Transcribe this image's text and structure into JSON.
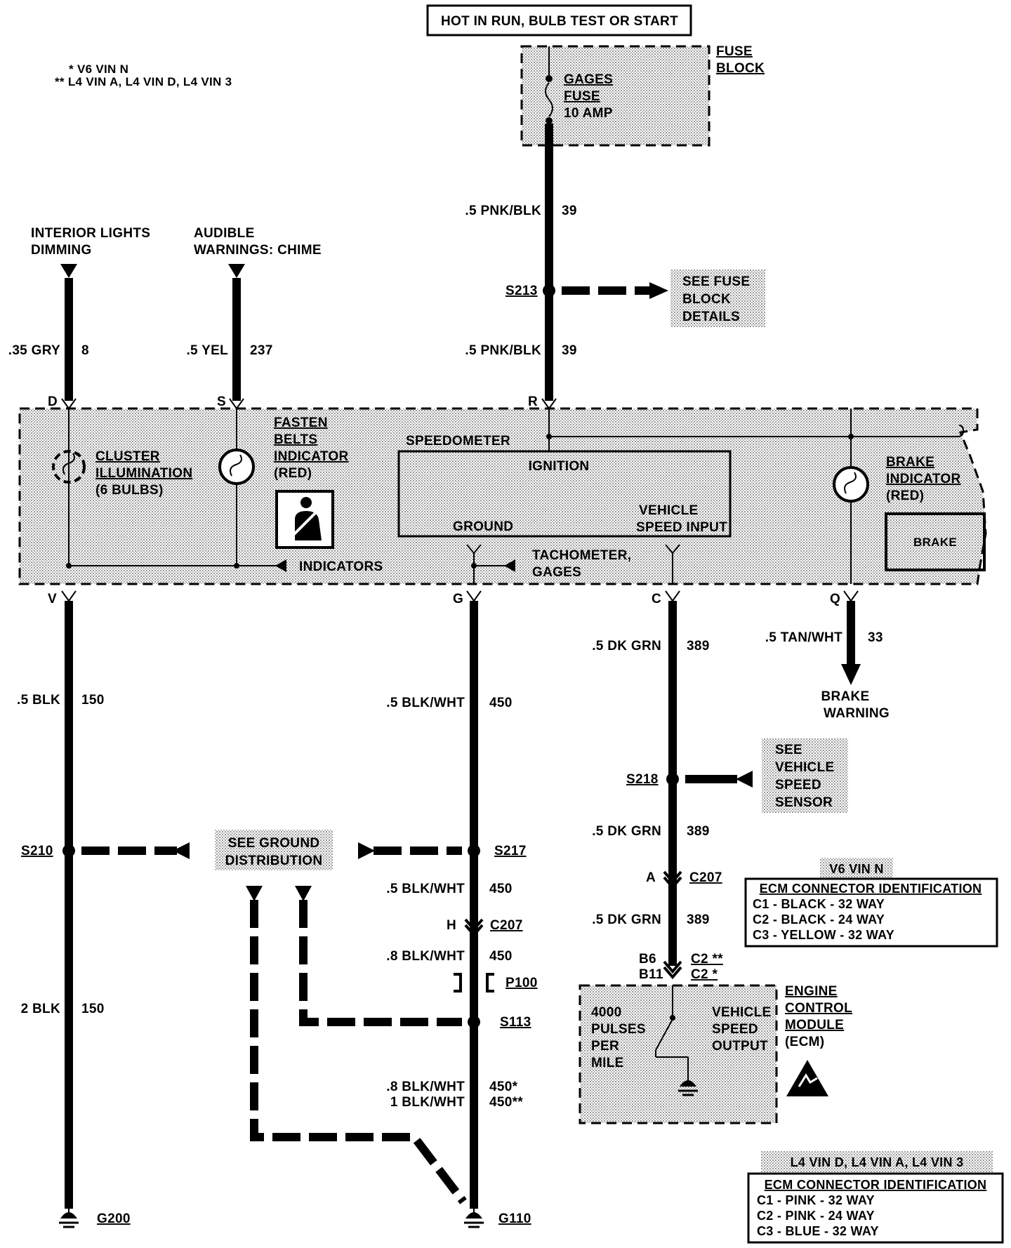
{
  "header": {
    "power_label": "HOT IN RUN, BULB TEST OR START"
  },
  "notes": {
    "v6": "* V6 VIN N",
    "l4": "** L4 VIN A, L4 VIN D, L4 VIN 3"
  },
  "fuse_block": {
    "title_1": "FUSE",
    "title_2": "BLOCK",
    "fuse_1": "GAGES",
    "fuse_2": "FUSE",
    "fuse_3": "10 AMP"
  },
  "wires": {
    "pnk_blk_1": {
      "size": ".5 PNK/BLK",
      "circuit": "39"
    },
    "pnk_blk_2": {
      "size": ".5 PNK/BLK",
      "circuit": "39"
    },
    "gry": {
      "size": ".35 GRY",
      "circuit": "8"
    },
    "yel": {
      "size": ".5 YEL",
      "circuit": "237"
    },
    "blk_1": {
      "size": ".5 BLK",
      "circuit": "150"
    },
    "blk_2": {
      "size": "2 BLK",
      "circuit": "150"
    },
    "blk_wht_1": {
      "size": ".5 BLK/WHT",
      "circuit": "450"
    },
    "blk_wht_2": {
      "size": ".5 BLK/WHT",
      "circuit": "450"
    },
    "blk_wht_3": {
      "size": ".8 BLK/WHT",
      "circuit": "450"
    },
    "blk_wht_4a": {
      "size": ".8 BLK/WHT",
      "circuit": "450*"
    },
    "blk_wht_4b": {
      "size": "1 BLK/WHT",
      "circuit": "450**"
    },
    "dk_grn_1": {
      "size": ".5 DK GRN",
      "circuit": "389"
    },
    "dk_grn_2": {
      "size": ".5 DK GRN",
      "circuit": "389"
    },
    "dk_grn_3": {
      "size": ".5 DK GRN",
      "circuit": "389"
    },
    "tan_wht": {
      "size": ".5 TAN/WHT",
      "circuit": "33"
    }
  },
  "refs": {
    "interior_1": "INTERIOR LIGHTS",
    "interior_2": "DIMMING",
    "audible_1": "AUDIBLE",
    "audible_2": "WARNINGS: CHIME",
    "brake_warn_1": "BRAKE",
    "brake_warn_2": "WARNING",
    "see_fuse_1": "SEE FUSE",
    "see_fuse_2": "BLOCK",
    "see_fuse_3": "DETAILS",
    "see_ground_1": "SEE GROUND",
    "see_ground_2": "DISTRIBUTION",
    "see_vss_1": "SEE",
    "see_vss_2": "VEHICLE",
    "see_vss_3": "SPEED",
    "see_vss_4": "SENSOR"
  },
  "splices": {
    "s213": "S213",
    "s210": "S210",
    "s217": "S217",
    "s218": "S218",
    "s113": "S113"
  },
  "connectors": {
    "c207a": "C207",
    "c207b": "C207",
    "p100": "P100",
    "c2a": "C2 **",
    "c2b": "C2 *",
    "pin_a": "A",
    "pin_h": "H",
    "pin_b6": "B6",
    "pin_b11": "B11"
  },
  "grounds": {
    "g200": "G200",
    "g110": "G110"
  },
  "cluster": {
    "pins": {
      "d": "D",
      "s": "S",
      "r": "R",
      "v": "V",
      "g": "G",
      "c": "C",
      "q": "Q"
    },
    "cluster_illum_1": "CLUSTER",
    "cluster_illum_2": "ILLUMINATION",
    "cluster_illum_3": "(6 BULBS)",
    "fasten_1": "FASTEN",
    "fasten_2": "BELTS",
    "fasten_3": "INDICATOR",
    "fasten_4": "(RED)",
    "speedo": "SPEEDOMETER",
    "ignition": "IGNITION",
    "vehicle_1": "VEHICLE",
    "vehicle_2": "SPEED INPUT",
    "ground": "GROUND",
    "tach_1": "TACHOMETER,",
    "tach_2": "GAGES",
    "indicators": "INDICATORS",
    "brake_1": "BRAKE",
    "brake_2": "INDICATOR",
    "brake_3": "(RED)",
    "brake_box": "BRAKE"
  },
  "ecm": {
    "title_1": "ENGINE",
    "title_2": "CONTROL",
    "title_3": "MODULE",
    "title_4": "(ECM)",
    "pulses_1": "4000",
    "pulses_2": "PULSES",
    "pulses_3": "PER",
    "pulses_4": "MILE",
    "vso_1": "VEHICLE",
    "vso_2": "SPEED",
    "vso_3": "OUTPUT"
  },
  "ecm_id_v6": {
    "tag": "V6 VIN N",
    "heading": "ECM CONNECTOR IDENTIFICATION",
    "rows": [
      "C1 - BLACK - 32 WAY",
      "C2 - BLACK - 24 WAY",
      "C3 - YELLOW - 32 WAY"
    ]
  },
  "ecm_id_l4": {
    "tag": "L4 VIN D, L4 VIN A, L4 VIN 3",
    "heading": "ECM CONNECTOR IDENTIFICATION",
    "rows": [
      "C1 - PINK - 32 WAY",
      "C2 - PINK - 24 WAY",
      "C3 - BLUE - 32 WAY"
    ]
  }
}
